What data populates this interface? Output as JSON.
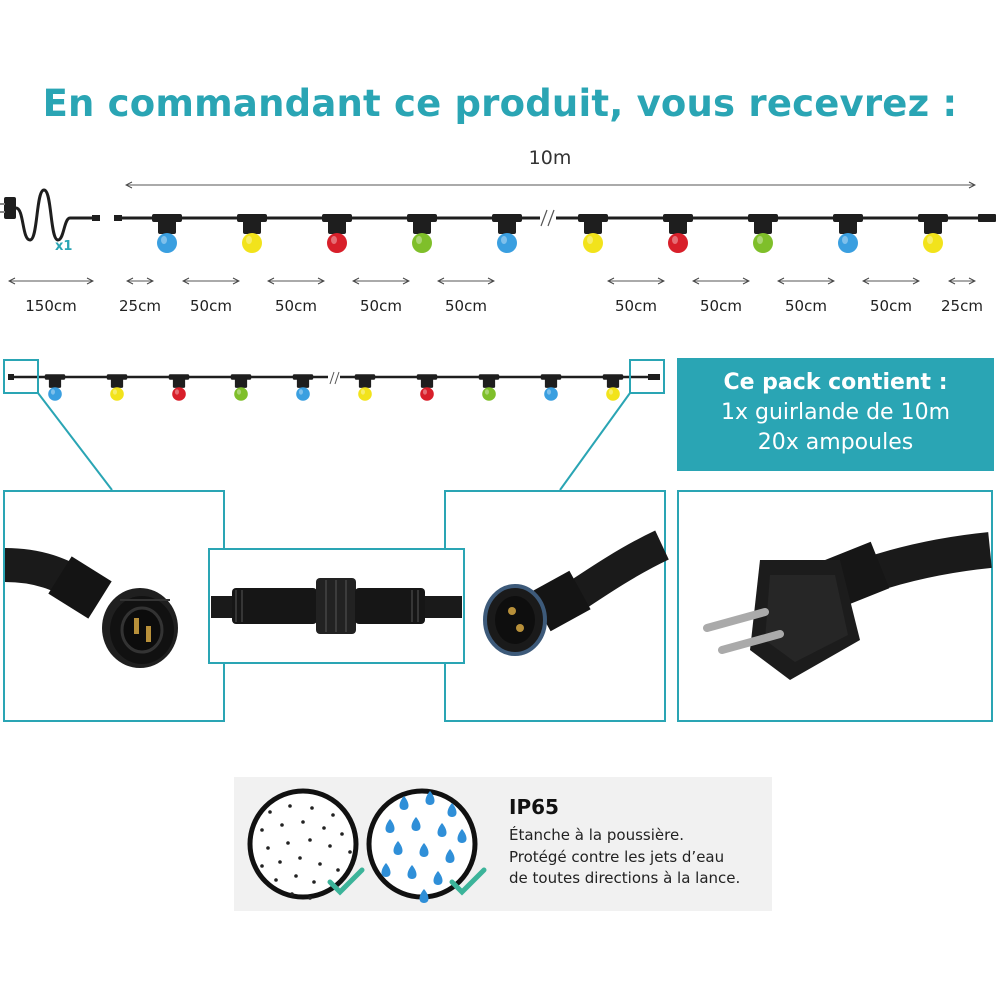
{
  "headline": "En commandant ce produit, vous recevrez :",
  "total_length": "10m",
  "quantity_badge": "x1",
  "segment_labels": [
    "150cm",
    "25cm",
    "50cm",
    "50cm",
    "50cm",
    "50cm",
    "50cm",
    "50cm",
    "50cm",
    "50cm",
    "25cm"
  ],
  "bulb_colors": [
    "#3a9fe0",
    "#f2e31b",
    "#d81f2a",
    "#7fbf2a",
    "#3a9fe0",
    "#f2e31b",
    "#d81f2a",
    "#7fbf2a",
    "#3a9fe0",
    "#f2e31b"
  ],
  "colors": {
    "accent": "#2aa5b4",
    "cable": "#1e1e1e",
    "check": "#3cb49a",
    "drop": "#2f8fd8"
  },
  "pack": {
    "title": "Ce pack contient :",
    "line1": "1x guirlande de 10m",
    "line2": "20x ampoules"
  },
  "ip": {
    "title": "IP65",
    "line1": "Étanche à la poussière.",
    "line2": "Protégé contre les jets d’eau",
    "line3": "de toutes directions à la lance."
  },
  "icons": [
    "power-plug-cable-icon",
    "string-light-bulb-icon",
    "male-connector-icon",
    "cable-coupler-icon",
    "female-connector-icon",
    "schuko-plug-icon",
    "dust-circle-icon",
    "water-drop-circle-icon",
    "checkmark-icon"
  ]
}
